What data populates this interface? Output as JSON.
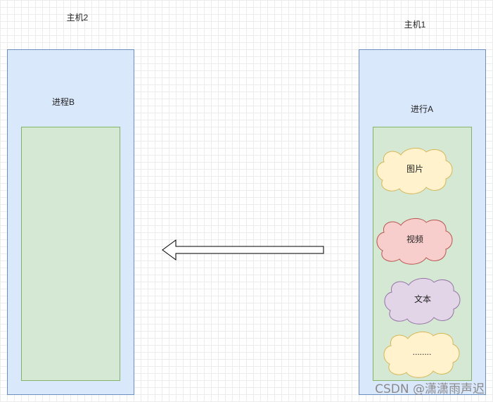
{
  "hosts": {
    "host2": {
      "title": "主机2",
      "process_label": "进程B"
    },
    "host1": {
      "title": "主机1",
      "process_label": "进行A"
    }
  },
  "clouds": [
    {
      "label": "图片",
      "fill": "#fff2cc",
      "stroke": "#d6b656"
    },
    {
      "label": "视频",
      "fill": "#f8cecc",
      "stroke": "#b85450"
    },
    {
      "label": "文本",
      "fill": "#e1d5e7",
      "stroke": "#9673a6"
    },
    {
      "label": "........",
      "fill": "#fff2cc",
      "stroke": "#d6b656"
    }
  ],
  "arrow": {
    "direction": "left",
    "from": "host1",
    "to": "host2"
  },
  "colors": {
    "host_fill": "#dae8fc",
    "host_stroke": "#6c8ebf",
    "process_fill": "#d5e8d4",
    "process_stroke": "#82b366"
  },
  "watermark": "CSDN @潇潇雨声迟"
}
